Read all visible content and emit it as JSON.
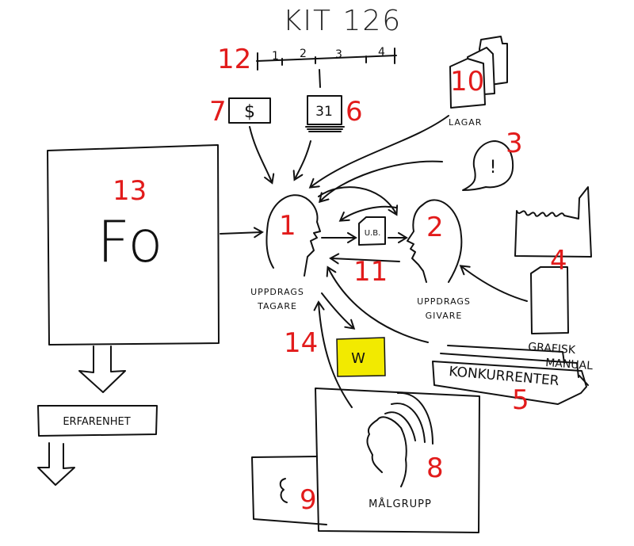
{
  "title": "KIT 126",
  "colors": {
    "ink": "#111111",
    "number": "#e21b1b",
    "sticky": "#f2ea00",
    "paper": "#ffffff"
  },
  "timeline": {
    "ticks": [
      "1",
      "2",
      "3",
      "4"
    ]
  },
  "labels": {
    "money": "$",
    "calendar": "31",
    "lagar": "LAGAR",
    "exclaim": "!",
    "ub": "U.B.",
    "fo": "Fo",
    "uppdragstagare": [
      "UPPDRAGS",
      "TAGARE"
    ],
    "uppdragsgivare": [
      "UPPDRAGS",
      "GIVARE"
    ],
    "grafisk_manual": [
      "GRAFISK",
      "MANUAL"
    ],
    "konkurrenter": "KONKURRENTER",
    "erfarenhet": "ERFARENHET",
    "sticky": "W",
    "malgrupp": "MÅLGRUPP"
  },
  "numbers": [
    "1",
    "2",
    "3",
    "4",
    "5",
    "6",
    "7",
    "8",
    "9",
    "10",
    "11",
    "12",
    "13",
    "14"
  ]
}
